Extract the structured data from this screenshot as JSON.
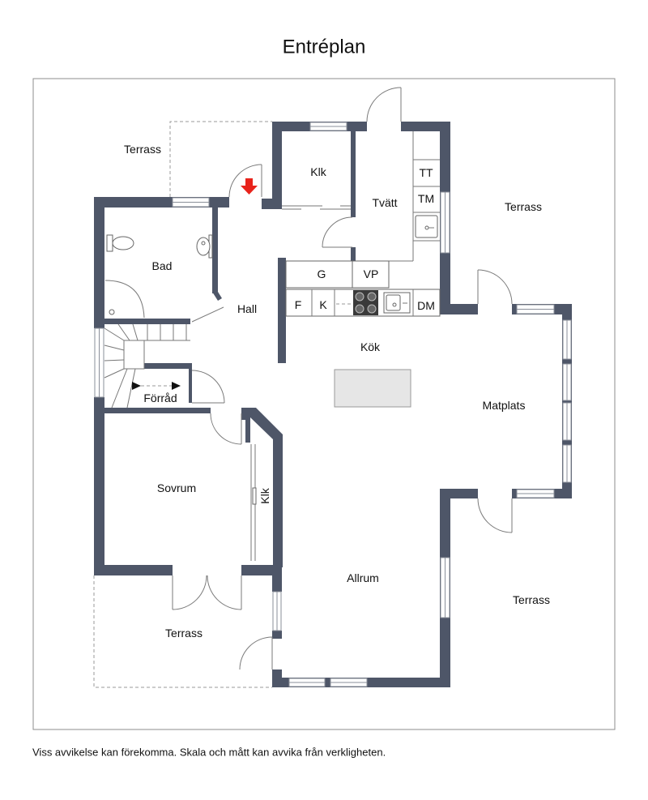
{
  "title": "Entréplan",
  "disclaimer": "Viss avvikelse kan förekomma. Skala och mått kan avvika från verkligheten.",
  "rooms": {
    "terrass_northwest": "Terrass",
    "klk_entrance": "Klk",
    "tvatt": "Tvätt",
    "tt": "TT",
    "tm": "TM",
    "terrass_northeast": "Terrass",
    "bad": "Bad",
    "g": "G",
    "vp": "VP",
    "hall": "Hall",
    "f": "F",
    "k": "K",
    "dm": "DM",
    "kok": "Kök",
    "matplats": "Matplats",
    "forrad": "Förråd",
    "sovrum": "Sovrum",
    "klk_sovrum": "Klk",
    "allrum": "Allrum",
    "terrass_southeast": "Terrass",
    "terrass_southwest": "Terrass"
  },
  "icons": {
    "entrance": "entrance-arrow-icon",
    "stove": "stove-icon",
    "kitchen_sink": "kitchen-sink-icon",
    "laundry_sink": "laundry-sink-icon",
    "toilet": "toilet-icon",
    "washbasin": "washbasin-icon",
    "shower": "shower-icon",
    "stair_direction": "stair-direction-arrow-icon"
  },
  "colors": {
    "wall": "#4e5668",
    "entrance_arrow": "#e8231b",
    "kitchen_island": "#e6e6e6",
    "frame": "#8c8c8c"
  }
}
